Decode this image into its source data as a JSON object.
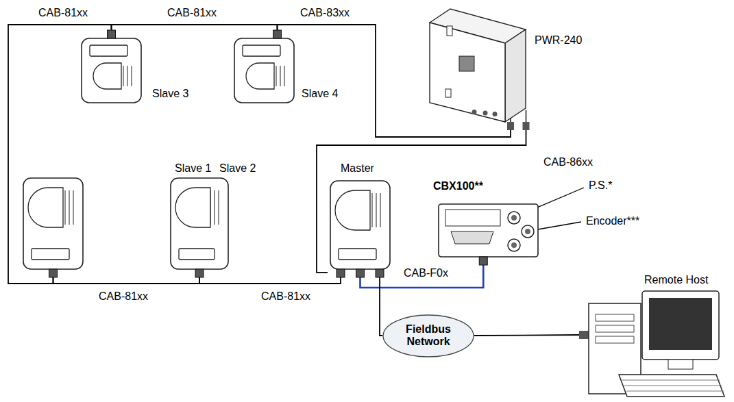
{
  "diagram": {
    "nodes": [
      {
        "text": [
          "Slave 3"
        ]
      },
      {
        "text": [
          "Slave 4"
        ]
      },
      {
        "text": [
          "PWR-240"
        ]
      },
      {
        "text": [
          "Slave 1"
        ]
      },
      {
        "text": [
          "Slave 2"
        ]
      },
      {
        "text": [
          "Master"
        ]
      },
      {
        "text": [
          "CBX100**"
        ]
      },
      {
        "text": [
          "Fieldbus Network"
        ]
      },
      {
        "text": [
          "Remote Host"
        ]
      }
    ],
    "edges": [
      {
        "from": 3,
        "to": 0,
        "arrow": "none",
        "label": "CAB-81xx"
      },
      {
        "from": 0,
        "to": 1,
        "arrow": "none",
        "label": "CAB-81xx"
      },
      {
        "from": 1,
        "to": 2,
        "arrow": "none",
        "label": "CAB-83xx"
      },
      {
        "from": 2,
        "to": 5,
        "arrow": "none",
        "label": "CAB-86xx"
      },
      {
        "from": 3,
        "to": 4,
        "arrow": "none",
        "label": "CAB-81xx"
      },
      {
        "from": 4,
        "to": 5,
        "arrow": "none",
        "label": "CAB-81xx"
      },
      {
        "from": 5,
        "to": 6,
        "arrow": "none",
        "label": "CAB-F0x"
      },
      {
        "from": 5,
        "to": 7,
        "arrow": "none"
      },
      {
        "from": 7,
        "to": 8,
        "arrow": "none"
      }
    ],
    "labels": [
      "P.S.*",
      "Encoder***"
    ]
  }
}
